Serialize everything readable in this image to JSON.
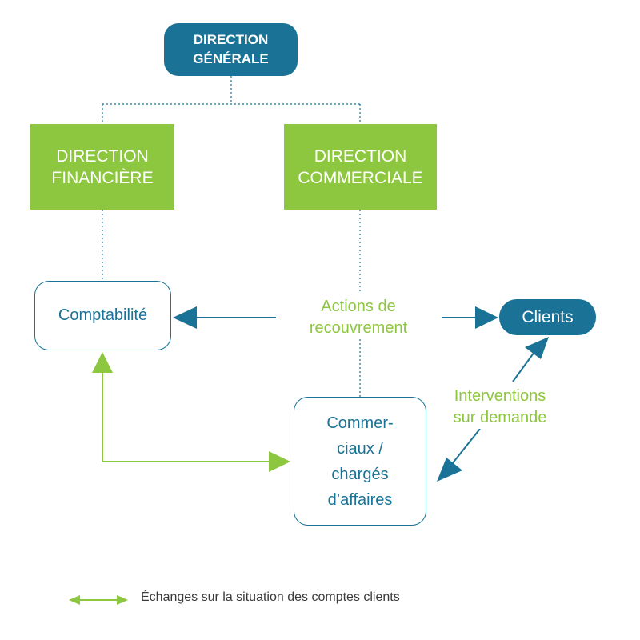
{
  "nodes": {
    "direction_generale": "DIRECTION\nGÉNÉRALE",
    "direction_financiere": "DIRECTION\nFINANCIÈRE",
    "direction_commerciale": "DIRECTION\nCOMMERCIALE",
    "comptabilite": "Comptabilité",
    "commerciaux": "Commer-\nciaux /\nchargés\nd’affaires",
    "clients": "Clients"
  },
  "labels": {
    "actions_recouvrement": "Actions de\nrecouvrement",
    "interventions": "Interventions\nsur demande"
  },
  "legend": {
    "text": "Échanges sur la situation des comptes clients"
  },
  "colors": {
    "blue": "#1a7397",
    "green": "#8dc63f",
    "connector": "#1a7397"
  }
}
